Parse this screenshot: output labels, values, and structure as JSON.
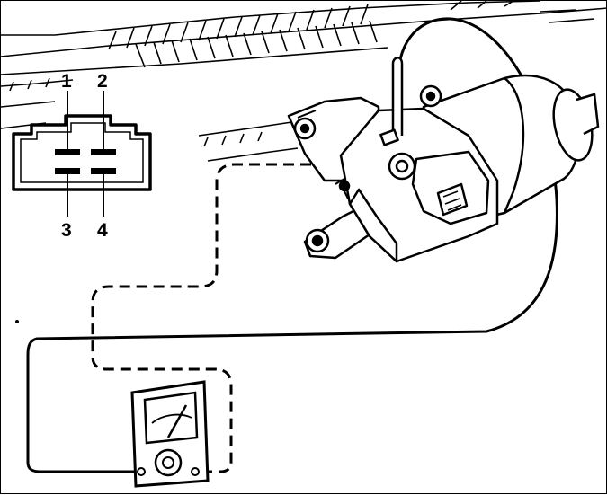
{
  "connector": {
    "pin_labels": [
      "1",
      "2",
      "3",
      "4"
    ]
  },
  "colors": {
    "ink": "#000000",
    "paper": "#ffffff"
  },
  "icons": {
    "motor": "wiper-motor-icon",
    "meter": "analog-meter-icon",
    "connector": "connector-plug-icon"
  }
}
